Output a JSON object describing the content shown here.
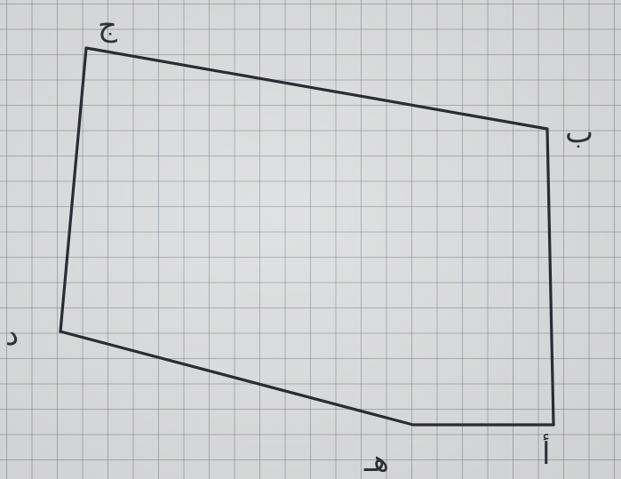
{
  "diagram": {
    "vertices": [
      {
        "id": "jim",
        "label": "ج"
      },
      {
        "id": "ba",
        "label": "ب"
      },
      {
        "id": "alif",
        "label": "أ"
      },
      {
        "id": "ha",
        "label": "هـ"
      },
      {
        "id": "dal",
        "label": "د"
      }
    ],
    "edges": [
      [
        "jim",
        "ba"
      ],
      [
        "ba",
        "alif"
      ],
      [
        "alif",
        "ha"
      ],
      [
        "ha",
        "dal"
      ],
      [
        "dal",
        "jim"
      ]
    ]
  },
  "colors": {
    "ink": "#2a2c33",
    "paper": "#dcddde",
    "grid": "#787d87"
  }
}
